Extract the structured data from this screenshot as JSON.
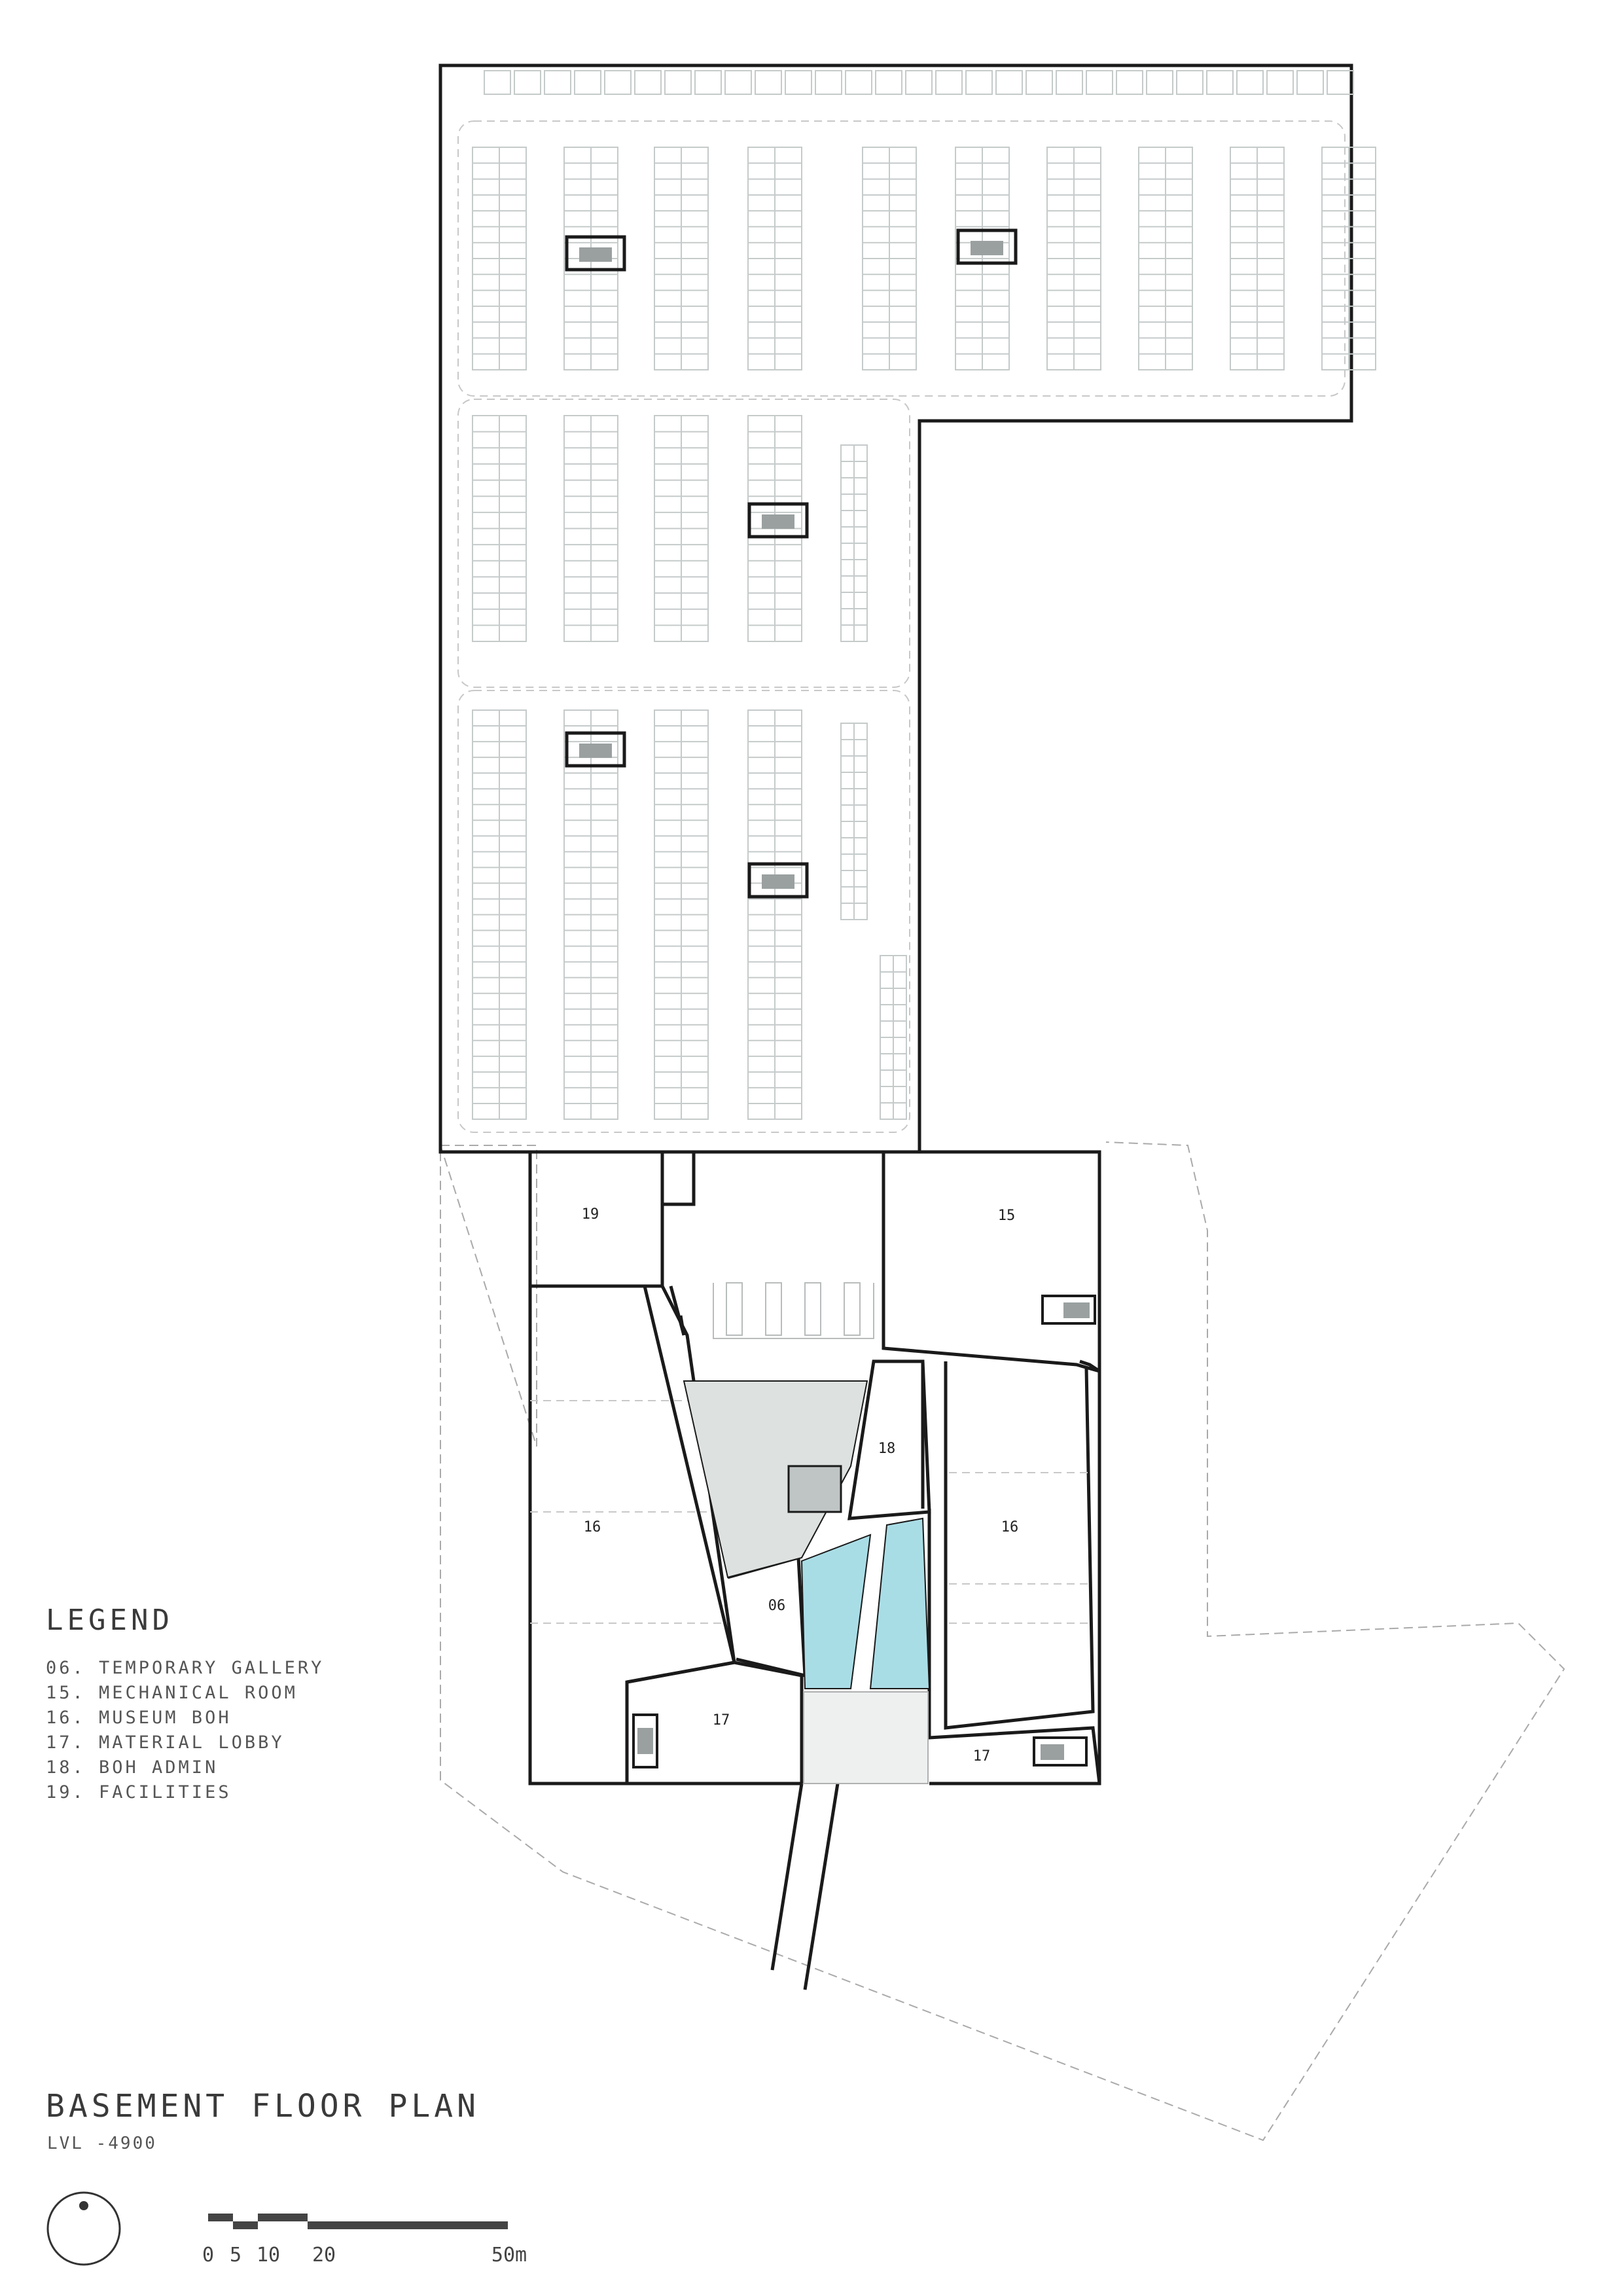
{
  "legend": {
    "title": "LEGEND",
    "items": [
      "06. TEMPORARY GALLERY",
      "15. MECHANICAL ROOM",
      "16. MUSEUM BOH",
      "17. MATERIAL LOBBY",
      "18. BOH ADMIN",
      "19. FACILITIES"
    ]
  },
  "plan": {
    "title": "BASEMENT FLOOR PLAN",
    "level": "LVL -4900"
  },
  "rooms": {
    "r19": "19",
    "r15": "15",
    "r18": "18",
    "r16_left": "16",
    "r16_right": "16",
    "r06": "06",
    "r17_left": "17",
    "r17_right": "17"
  },
  "scale_bar": {
    "labels": [
      "0",
      "5",
      "10",
      "20",
      "50m"
    ]
  },
  "colors": {
    "wall": "#1a1a1a",
    "parking_lines": "#c5caca",
    "gallery_grey": "#dde1e0",
    "water_blue": "#a9dde6",
    "site_boundary": "#aaaaaa"
  }
}
